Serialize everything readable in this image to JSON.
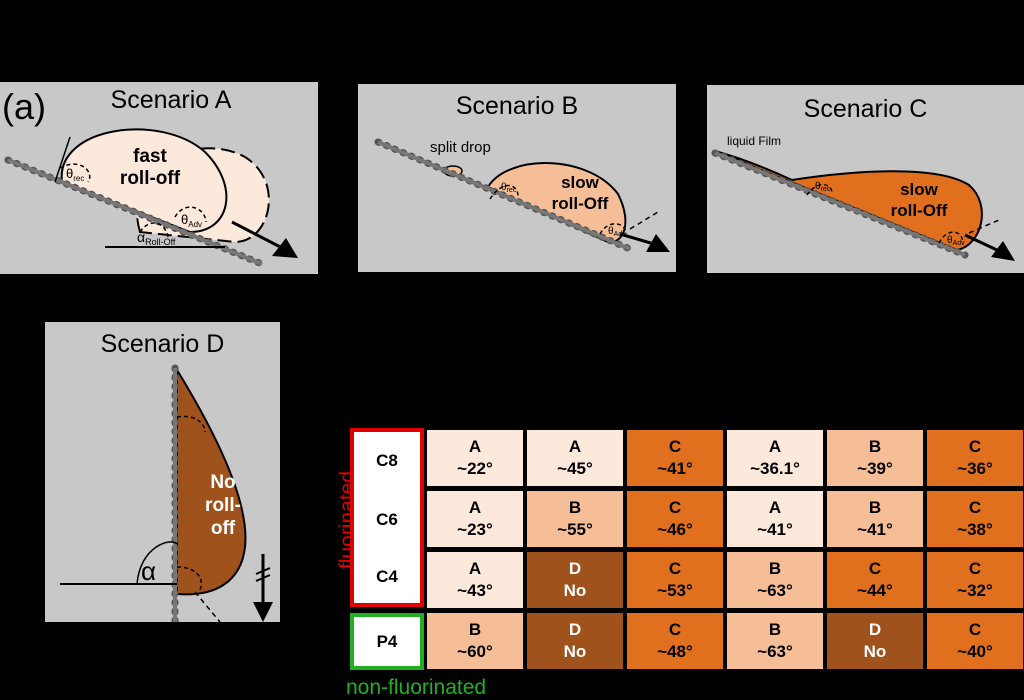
{
  "panel_label": "(a)",
  "scenarios": {
    "A": {
      "title": "Scenario A",
      "drop_label_1": "fast",
      "drop_label_2": "roll-off",
      "theta_rec": "θ",
      "theta_rec_sub": "rec",
      "theta_adv": "θ",
      "theta_adv_sub": "Adv",
      "alpha": "α",
      "alpha_sub": "Roll-Off"
    },
    "B": {
      "title": "Scenario B",
      "note": "split drop",
      "drop_label_1": "slow",
      "drop_label_2": "roll-Off",
      "theta_rec": "θ",
      "theta_rec_sub": "rec",
      "theta_adv": "θ",
      "theta_adv_sub": "Adv"
    },
    "C": {
      "title": "Scenario C",
      "note": "liquid Film",
      "drop_label_1": "slow",
      "drop_label_2": "roll-Off",
      "theta_rec": "θ",
      "theta_rec_sub": "rec",
      "theta_adv": "θ",
      "theta_adv_sub": "Adv"
    },
    "D": {
      "title": "Scenario D",
      "drop_label_1": "No",
      "drop_label_2": "roll-",
      "drop_label_3": "off",
      "alpha": "α"
    }
  },
  "colors": {
    "A": "#fde8dc",
    "B": "#f5be96",
    "C": "#e0701e",
    "D": "#a0521c",
    "fluorinated": "#e00000",
    "non_fluorinated": "#22b022"
  },
  "table": {
    "group_fluorinated": "fluorinated",
    "group_non_fluorinated": "non-fluorinated",
    "rows": [
      {
        "label": "C8",
        "cells": [
          [
            "A",
            "~22°"
          ],
          [
            "A",
            "~45°"
          ],
          [
            "C",
            "~41°"
          ],
          [
            "A",
            "~36.1°"
          ],
          [
            "B",
            "~39°"
          ],
          [
            "C",
            "~36°"
          ]
        ]
      },
      {
        "label": "C6",
        "cells": [
          [
            "A",
            "~23°"
          ],
          [
            "B",
            "~55°"
          ],
          [
            "C",
            "~46°"
          ],
          [
            "A",
            "~41°"
          ],
          [
            "B",
            "~41°"
          ],
          [
            "C",
            "~38°"
          ]
        ]
      },
      {
        "label": "C4",
        "cells": [
          [
            "A",
            "~43°"
          ],
          [
            "D",
            "No"
          ],
          [
            "C",
            "~53°"
          ],
          [
            "B",
            "~63°"
          ],
          [
            "C",
            "~44°"
          ],
          [
            "C",
            "~32°"
          ]
        ]
      },
      {
        "label": "P4",
        "cells": [
          [
            "B",
            "~60°"
          ],
          [
            "D",
            "No"
          ],
          [
            "C",
            "~48°"
          ],
          [
            "B",
            "~63°"
          ],
          [
            "D",
            "No"
          ],
          [
            "C",
            "~40°"
          ]
        ]
      }
    ]
  }
}
